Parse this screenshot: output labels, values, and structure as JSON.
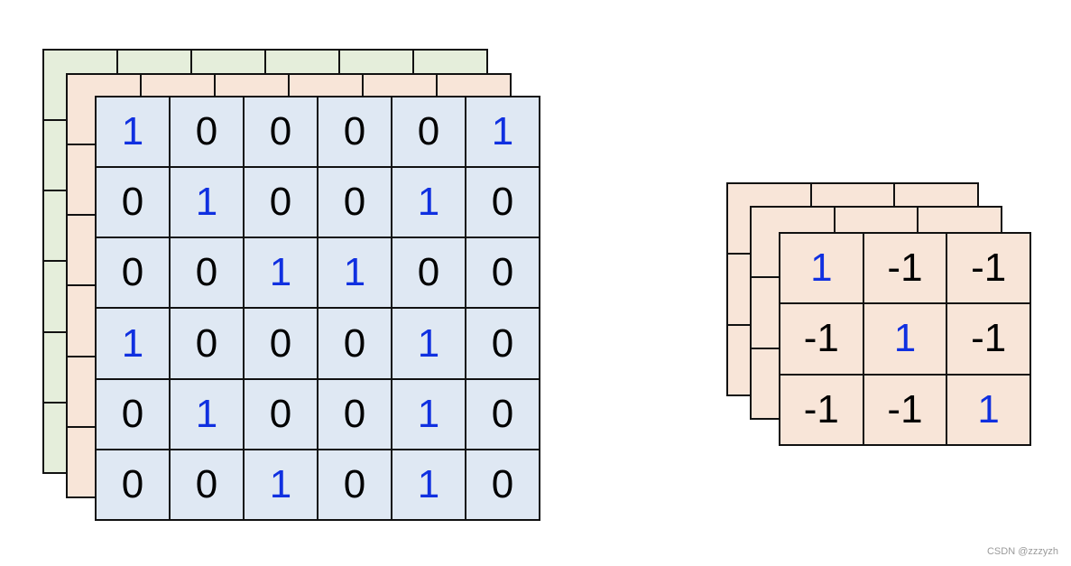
{
  "colors": {
    "layer_green": "#e5eedb",
    "layer_peach": "#f8e5d8",
    "layer_blue": "#dfe8f3",
    "one_color": "#1030e0",
    "zero_color": "#000000",
    "border": "#111111"
  },
  "input": {
    "channels": [
      "back",
      "middle",
      "front"
    ],
    "front_matrix": [
      [
        "1",
        "0",
        "0",
        "0",
        "0",
        "1"
      ],
      [
        "0",
        "1",
        "0",
        "0",
        "1",
        "0"
      ],
      [
        "0",
        "0",
        "1",
        "1",
        "0",
        "0"
      ],
      [
        "1",
        "0",
        "0",
        "0",
        "1",
        "0"
      ],
      [
        "0",
        "1",
        "0",
        "0",
        "1",
        "0"
      ],
      [
        "0",
        "0",
        "1",
        "0",
        "1",
        "0"
      ]
    ]
  },
  "kernel": {
    "channels": [
      "back",
      "middle",
      "front"
    ],
    "front_matrix": [
      [
        "1",
        "-1",
        "-1"
      ],
      [
        "-1",
        "1",
        "-1"
      ],
      [
        "-1",
        "-1",
        "1"
      ]
    ]
  },
  "watermark": "CSDN @zzzyzh"
}
